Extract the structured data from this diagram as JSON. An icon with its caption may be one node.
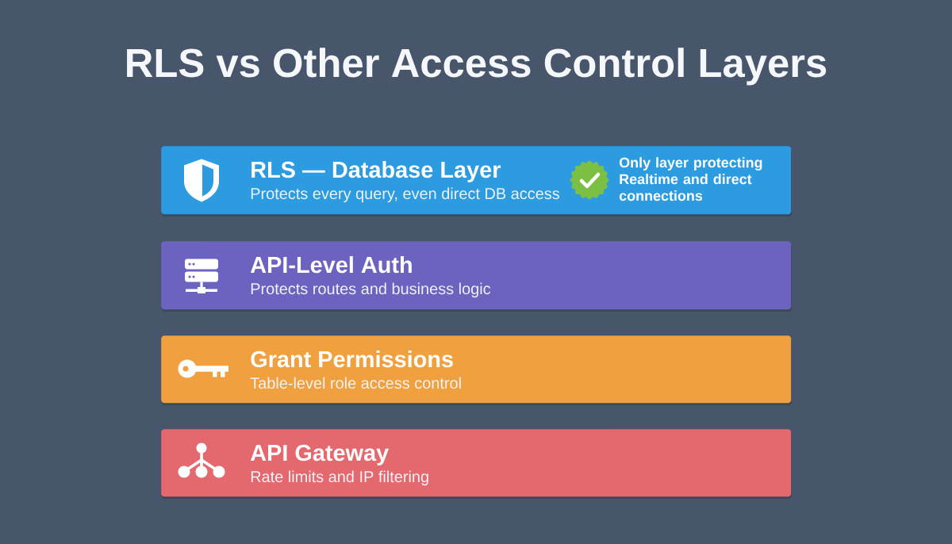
{
  "diagram": {
    "title": "RLS vs Other Access Control Layers",
    "nodes": [
      {
        "text": [
          "RLS — Database Layer",
          "Protects every query, even direct DB access",
          "Only layer protecting Realtime and direct connections"
        ]
      },
      {
        "text": [
          "API-Level Auth",
          "Protects routes and business logic"
        ]
      },
      {
        "text": [
          "Grant Permissions",
          "Table-level role access control"
        ]
      },
      {
        "text": [
          "API Gateway",
          "Rate limits and IP filtering"
        ]
      }
    ]
  }
}
